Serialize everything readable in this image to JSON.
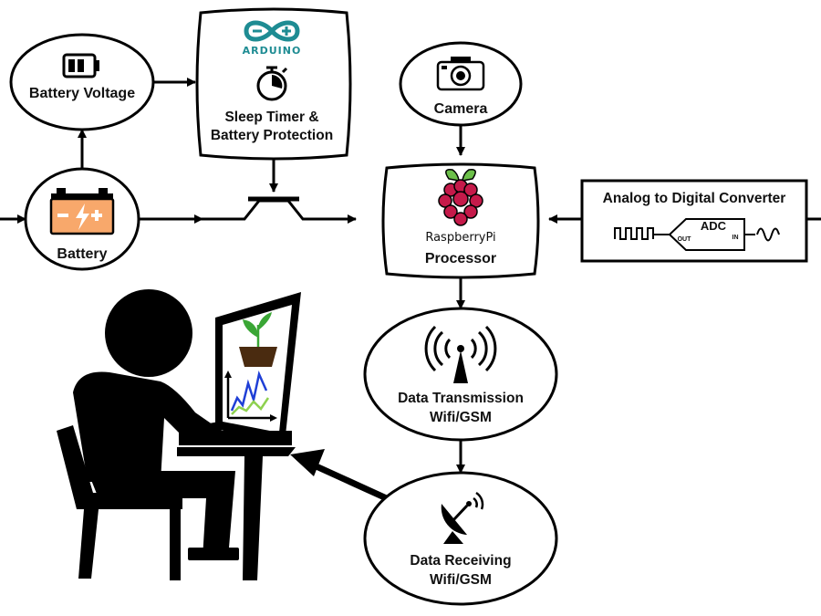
{
  "nodes": {
    "battery_voltage": {
      "label": "Battery Voltage"
    },
    "sleep_timer": {
      "brand": "ARDUINO",
      "line1": "Sleep Timer &",
      "line2": "Battery Protection"
    },
    "camera": {
      "label": "Camera"
    },
    "battery": {
      "label": "Battery"
    },
    "processor": {
      "brand": "RaspberryPi",
      "label": "Processor"
    },
    "adc": {
      "title": "Analog to Digital Converter",
      "chip": "ADC",
      "out": "OUT",
      "in": "IN"
    },
    "data_transmission": {
      "line1": "Data Transmission",
      "line2": "Wifi/GSM"
    },
    "data_receiving": {
      "line1": "Data Receiving",
      "line2": "Wifi/GSM"
    }
  },
  "colors": {
    "stroke": "#000000",
    "arduino_teal": "#1e8c93",
    "raspberry_red": "#c51a4a",
    "raspberry_leaf": "#6cc04a",
    "battery_orange": "#f8a86b",
    "plant_green": "#3aa635",
    "soil_brown": "#4a2b10",
    "chart_blue": "#1f3fd6",
    "chart_green": "#8fd14f"
  }
}
